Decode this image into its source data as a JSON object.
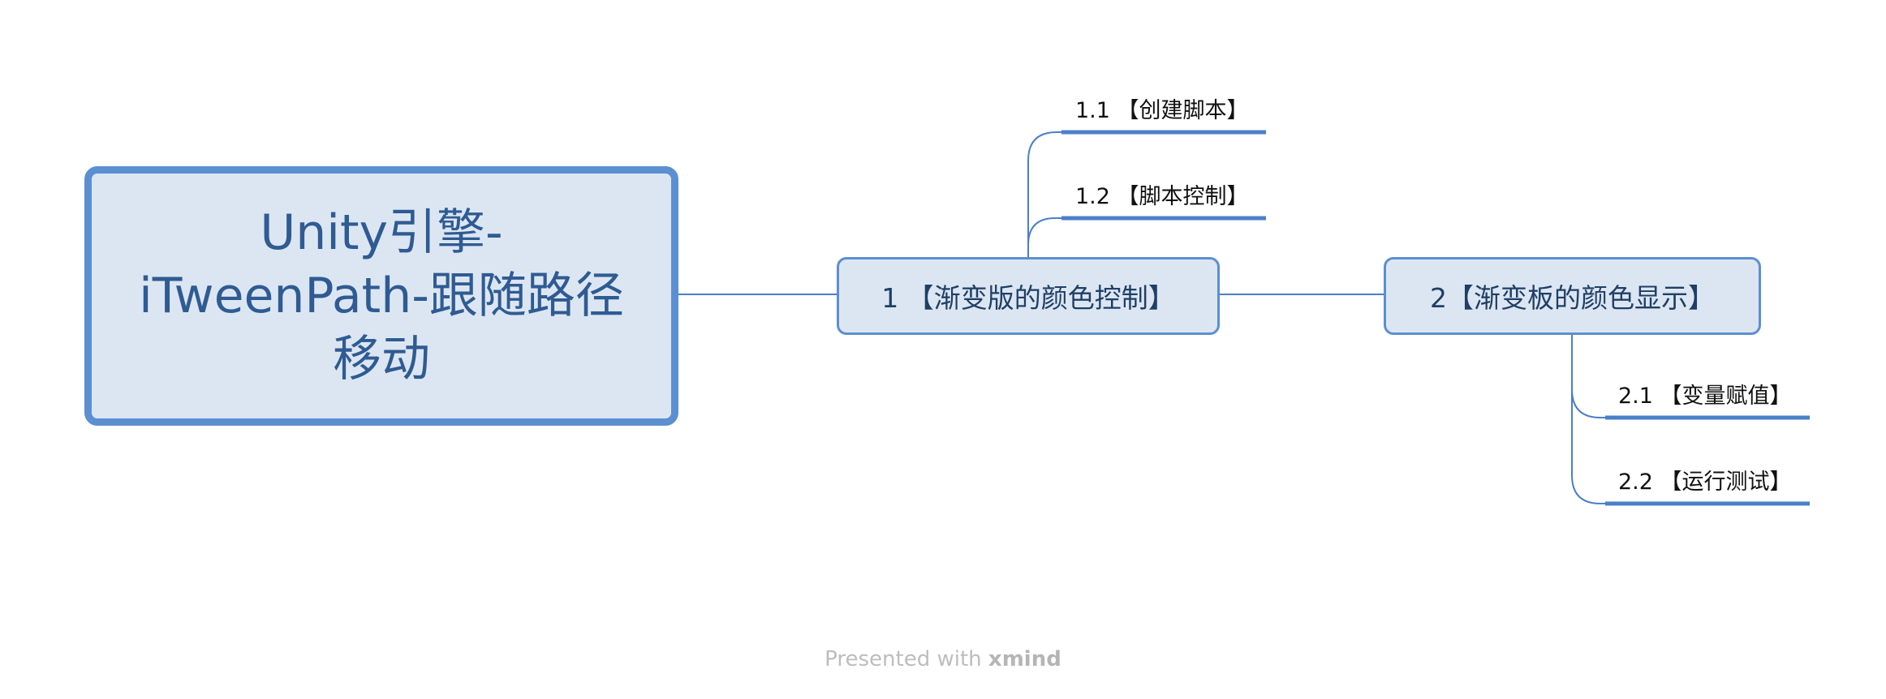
{
  "root": {
    "label": "Unity引擎-iTweenPath-跟随路径移动"
  },
  "topics": [
    {
      "label": "1 【渐变版的颜色控制】",
      "children": [
        "1.1 【创建脚本】",
        "1.2 【脚本控制】"
      ]
    },
    {
      "label": "2【渐变板的颜色显示】",
      "children": [
        "2.1 【变量赋值】",
        "2.2 【运行测试】"
      ]
    }
  ],
  "footer": {
    "prefix": "Presented with",
    "brand": "xmind"
  },
  "colors": {
    "accent": "#5b8fd1",
    "fill": "#dce6f2",
    "line": "#4a7fc9"
  }
}
